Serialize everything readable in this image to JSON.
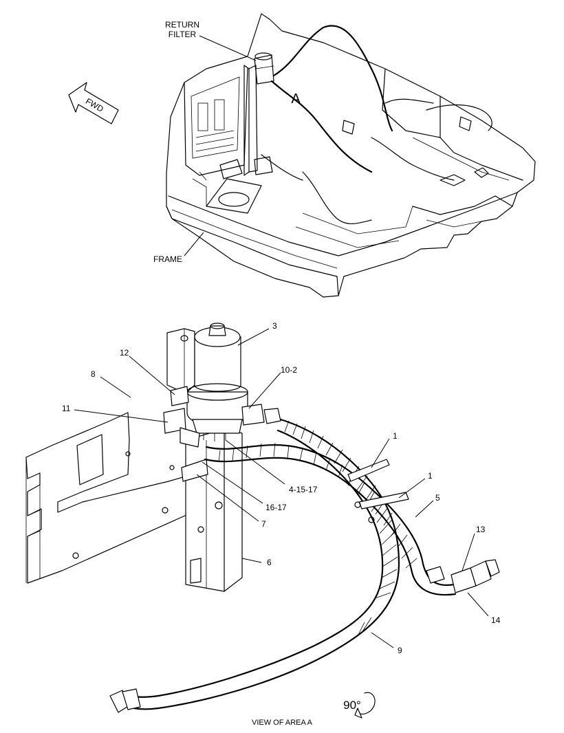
{
  "top_view": {
    "return_filter_line1": "RETURN",
    "return_filter_line2": "FILTER",
    "fwd_arrow": "FWD",
    "area_marker": "A",
    "frame_label": "FRAME"
  },
  "detail_view": {
    "callouts": {
      "c3": "3",
      "c12": "12",
      "c8": "8",
      "c10_2": "10-2",
      "c11": "11",
      "c1a": "1",
      "c1b": "1",
      "c5": "5",
      "c4_15_17": "4-15-17",
      "c16_17": "16-17",
      "c7": "7",
      "c13": "13",
      "c6": "6",
      "c14": "14",
      "c9": "9"
    },
    "rotation": "90°",
    "caption": "VIEW OF AREA A"
  }
}
